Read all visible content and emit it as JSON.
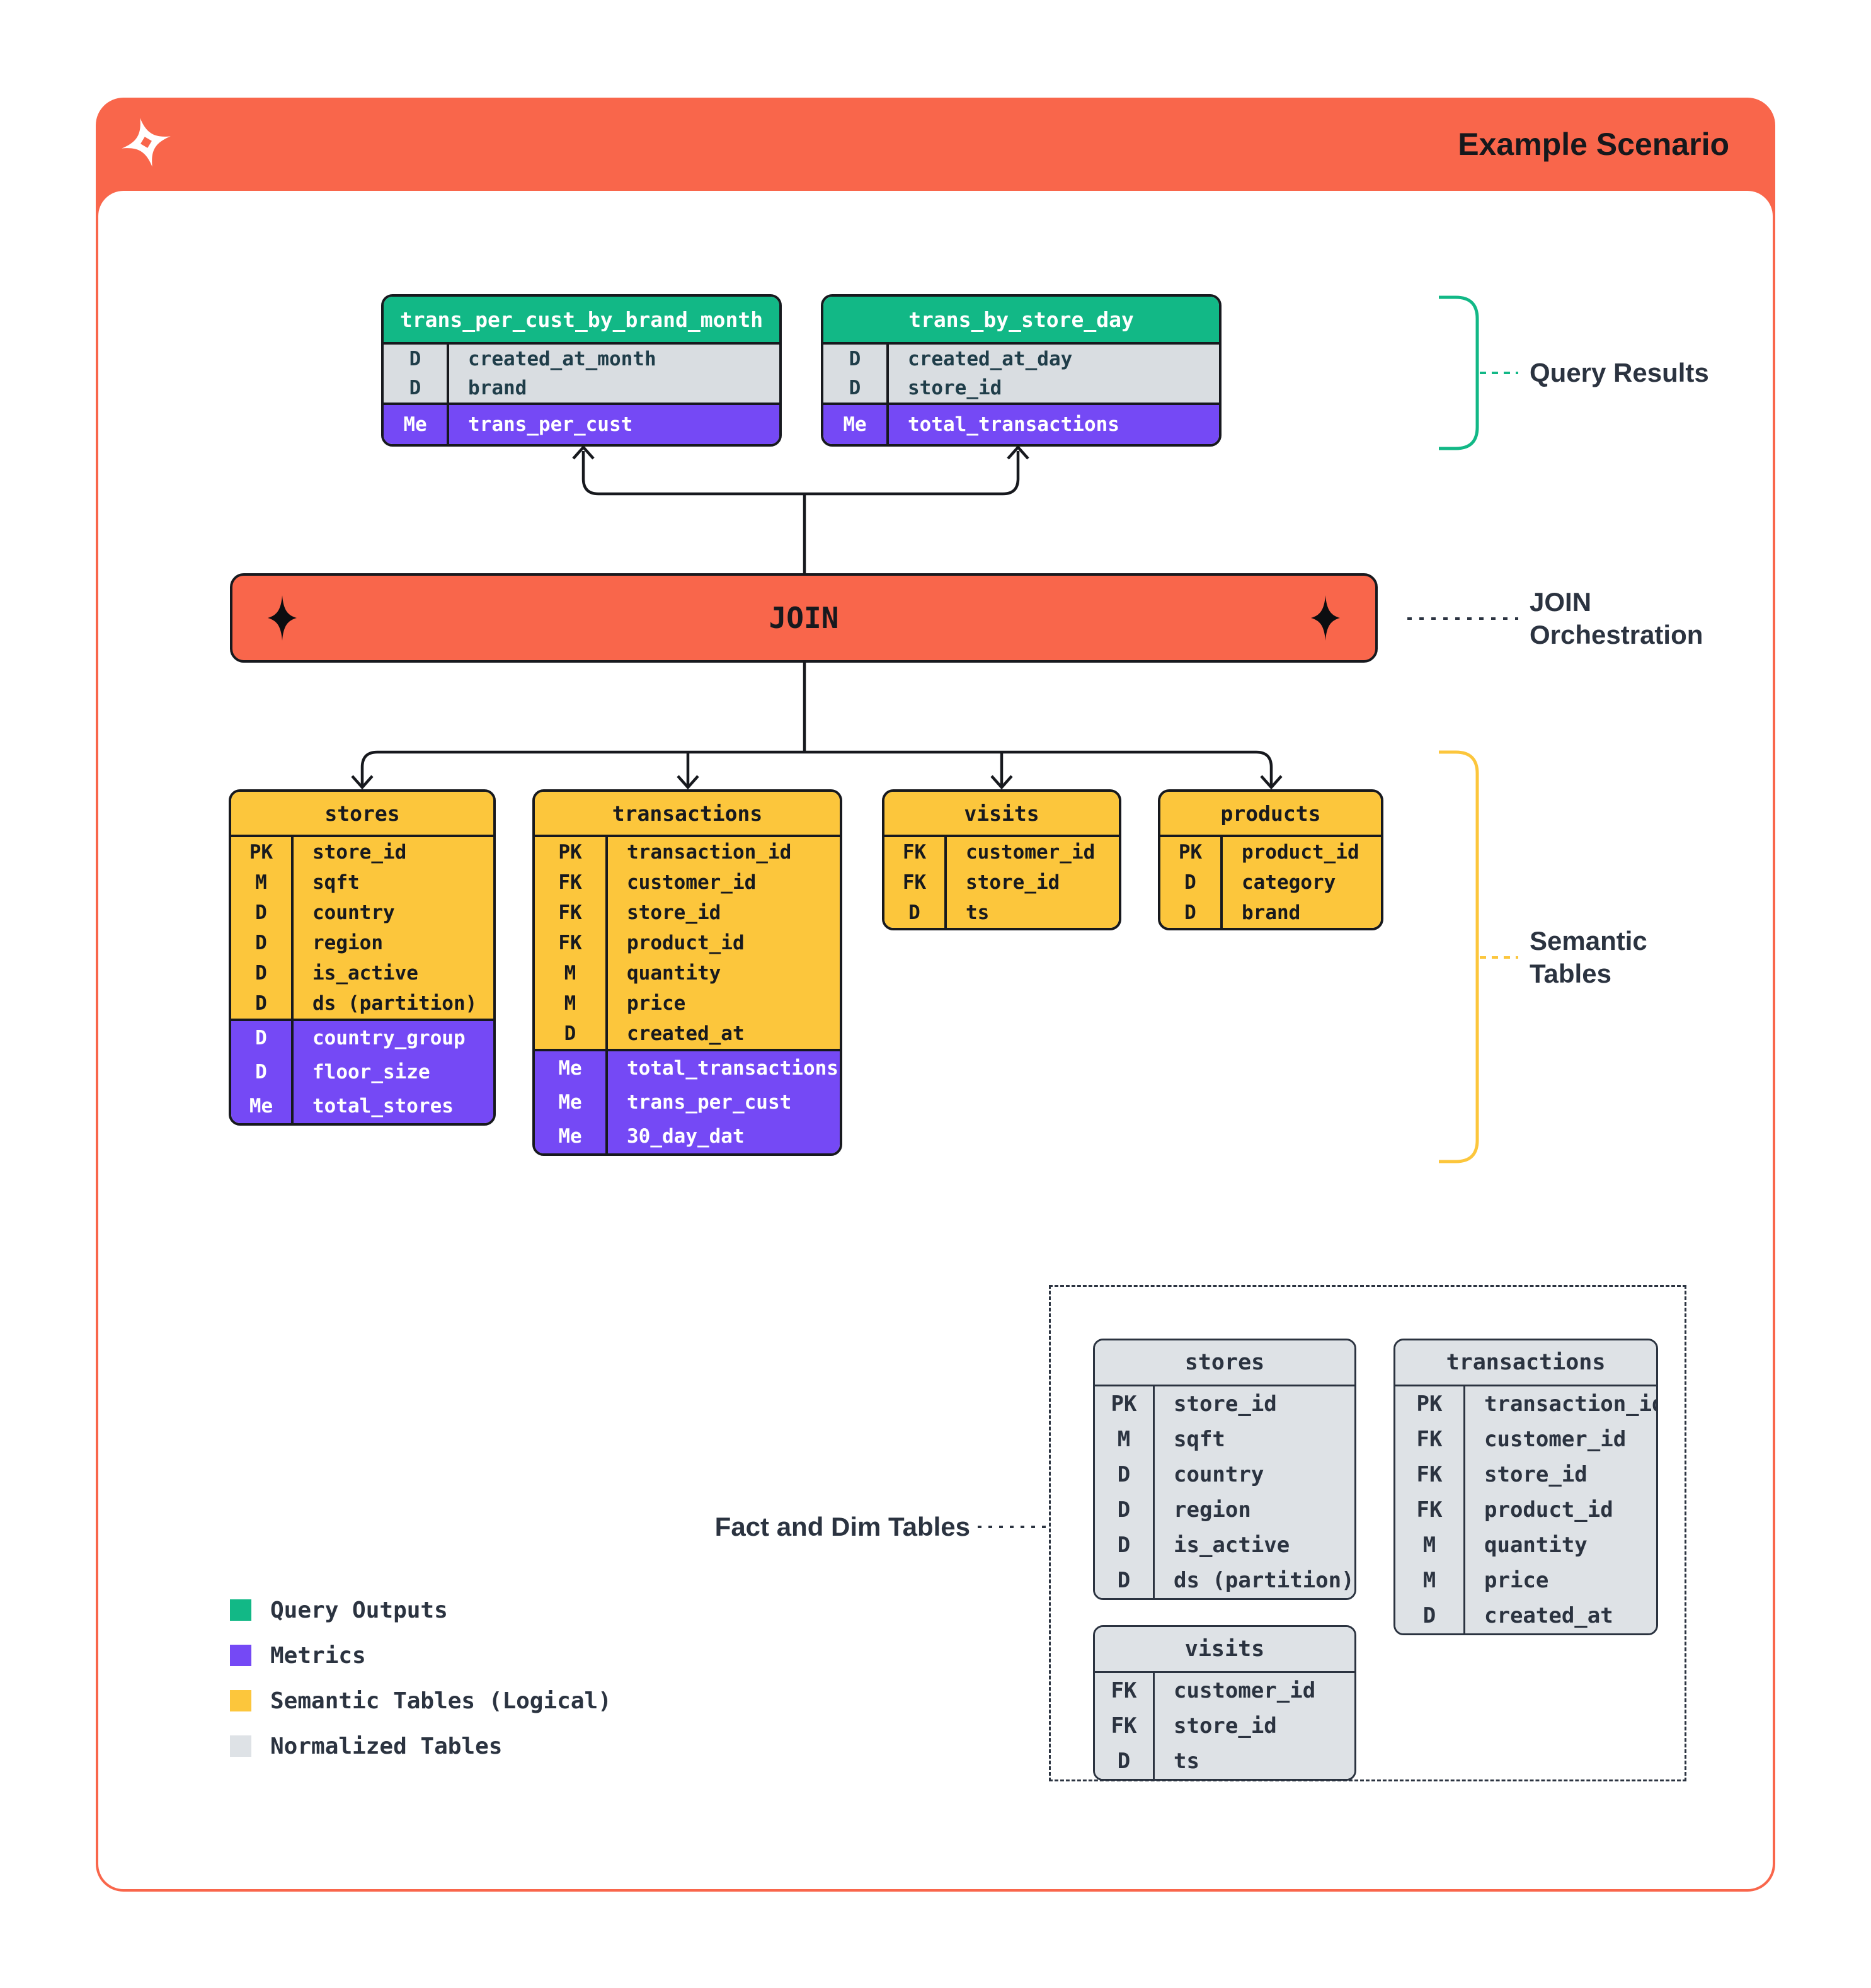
{
  "header": {
    "title": "Example Scenario",
    "logo": "dagster-star-icon"
  },
  "join": {
    "label": "JOIN"
  },
  "annotations": {
    "query_results": "Query Results",
    "join_orchestration": [
      "JOIN",
      "Orchestration"
    ],
    "semantic_tables": [
      "Semantic",
      "Tables"
    ],
    "fact_and_dim": "Fact and Dim Tables"
  },
  "query_output_tables": [
    {
      "name": "trans_per_cust_by_brand_month",
      "dims": [
        {
          "badge": "D",
          "field": "created_at_month"
        },
        {
          "badge": "D",
          "field": "brand"
        }
      ],
      "metrics": [
        {
          "badge": "Me",
          "field": "trans_per_cust"
        }
      ]
    },
    {
      "name": "trans_by_store_day",
      "dims": [
        {
          "badge": "D",
          "field": "created_at_day"
        },
        {
          "badge": "D",
          "field": "store_id"
        }
      ],
      "metrics": [
        {
          "badge": "Me",
          "field": "total_transactions"
        }
      ]
    }
  ],
  "semantic_tables": [
    {
      "name": "stores",
      "body": [
        {
          "badge": "PK",
          "field": "store_id"
        },
        {
          "badge": "M",
          "field": "sqft"
        },
        {
          "badge": "D",
          "field": "country"
        },
        {
          "badge": "D",
          "field": "region"
        },
        {
          "badge": "D",
          "field": "is_active"
        },
        {
          "badge": "D",
          "field": "ds (partition)"
        }
      ],
      "metrics": [
        {
          "badge": "D",
          "field": "country_group"
        },
        {
          "badge": "D",
          "field": "floor_size"
        },
        {
          "badge": "Me",
          "field": "total_stores"
        }
      ]
    },
    {
      "name": "transactions",
      "body": [
        {
          "badge": "PK",
          "field": "transaction_id"
        },
        {
          "badge": "FK",
          "field": "customer_id"
        },
        {
          "badge": "FK",
          "field": "store_id"
        },
        {
          "badge": "FK",
          "field": "product_id"
        },
        {
          "badge": "M",
          "field": "quantity"
        },
        {
          "badge": "M",
          "field": "price"
        },
        {
          "badge": "D",
          "field": "created_at"
        }
      ],
      "metrics": [
        {
          "badge": "Me",
          "field": "total_transactions"
        },
        {
          "badge": "Me",
          "field": "trans_per_cust"
        },
        {
          "badge": "Me",
          "field": "30_day_dat"
        }
      ]
    },
    {
      "name": "visits",
      "body": [
        {
          "badge": "FK",
          "field": "customer_id"
        },
        {
          "badge": "FK",
          "field": "store_id"
        },
        {
          "badge": "D",
          "field": "ts"
        }
      ],
      "metrics": []
    },
    {
      "name": "products",
      "body": [
        {
          "badge": "PK",
          "field": "product_id"
        },
        {
          "badge": "D",
          "field": "category"
        },
        {
          "badge": "D",
          "field": "brand"
        }
      ],
      "metrics": []
    }
  ],
  "normalized_tables": [
    {
      "name": "stores",
      "body": [
        {
          "badge": "PK",
          "field": "store_id"
        },
        {
          "badge": "M",
          "field": "sqft"
        },
        {
          "badge": "D",
          "field": "country"
        },
        {
          "badge": "D",
          "field": "region"
        },
        {
          "badge": "D",
          "field": "is_active"
        },
        {
          "badge": "D",
          "field": "ds (partition)"
        }
      ]
    },
    {
      "name": "transactions",
      "body": [
        {
          "badge": "PK",
          "field": "transaction_id"
        },
        {
          "badge": "FK",
          "field": "customer_id"
        },
        {
          "badge": "FK",
          "field": "store_id"
        },
        {
          "badge": "FK",
          "field": "product_id"
        },
        {
          "badge": "M",
          "field": "quantity"
        },
        {
          "badge": "M",
          "field": "price"
        },
        {
          "badge": "D",
          "field": "created_at"
        }
      ]
    },
    {
      "name": "visits",
      "body": [
        {
          "badge": "FK",
          "field": "customer_id"
        },
        {
          "badge": "FK",
          "field": "store_id"
        },
        {
          "badge": "D",
          "field": "ts"
        }
      ]
    }
  ],
  "legend": [
    {
      "swatch": "#12B886",
      "label": "Query Outputs"
    },
    {
      "swatch": "#7549F5",
      "label": "Metrics"
    },
    {
      "swatch": "#FCC63C",
      "label": "Semantic Tables (Logical)"
    },
    {
      "swatch": "#DEE2E6",
      "label": "Normalized Tables"
    }
  ],
  "colors": {
    "coral": "#F9664B",
    "green": "#12B886",
    "purple": "#7549F5",
    "yellow": "#FCC63C",
    "normalized_gray": "#DEE2E6",
    "dim_gray": "#D9DDE1",
    "navy": "#2B3340",
    "outline_black": "#17191e"
  }
}
